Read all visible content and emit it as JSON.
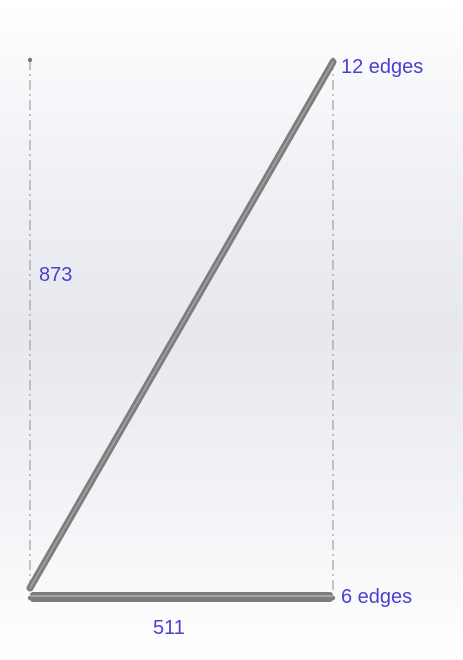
{
  "diagram": {
    "top_right_label": "12 edges",
    "bottom_right_label": "6 edges",
    "vertical_dimension": "873",
    "horizontal_dimension": "511",
    "colors": {
      "dimension_text": "#4b3fd1",
      "edge_fill": "#7d7d7d",
      "edge_highlight": "#a8a8a8",
      "construction_line": "#8f8f8f"
    }
  }
}
